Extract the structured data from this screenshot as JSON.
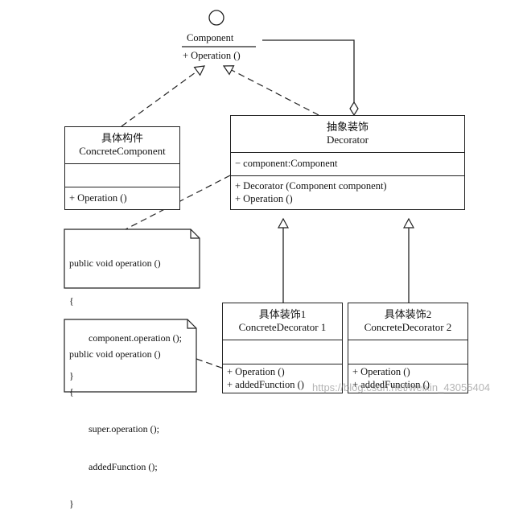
{
  "component": {
    "name": "Component",
    "operation": "+ Operation ()"
  },
  "concrete_component": {
    "title_cn": "具体构件",
    "title_en": "ConcreteComponent",
    "operation": "+ Operation ()"
  },
  "decorator": {
    "title_cn": "抽象装饰",
    "title_en": "Decorator",
    "attribute": "− component:Component",
    "methods": [
      "+ Decorator (Component component)",
      "+ Operation ()"
    ]
  },
  "concrete_decorator_1": {
    "title_cn": "具体装饰1",
    "title_en": "ConcreteDecorator  1",
    "methods": [
      "+ Operation ()",
      "+ addedFunction ()"
    ]
  },
  "concrete_decorator_2": {
    "title_cn": "具体装饰2",
    "title_en": "ConcreteDecorator  2",
    "methods": [
      "+ Operation ()",
      "+ addedFunction ()"
    ]
  },
  "note_decorator": {
    "lines": [
      "public void operation ()",
      "{",
      "    component.operation ();",
      "}"
    ]
  },
  "note_concrete": {
    "lines": [
      "public void operation ()",
      "{",
      "    super.operation ();",
      "    addedFunction ();",
      "}"
    ]
  },
  "watermark": "https://blog.csdn.net/weixin_43055404"
}
